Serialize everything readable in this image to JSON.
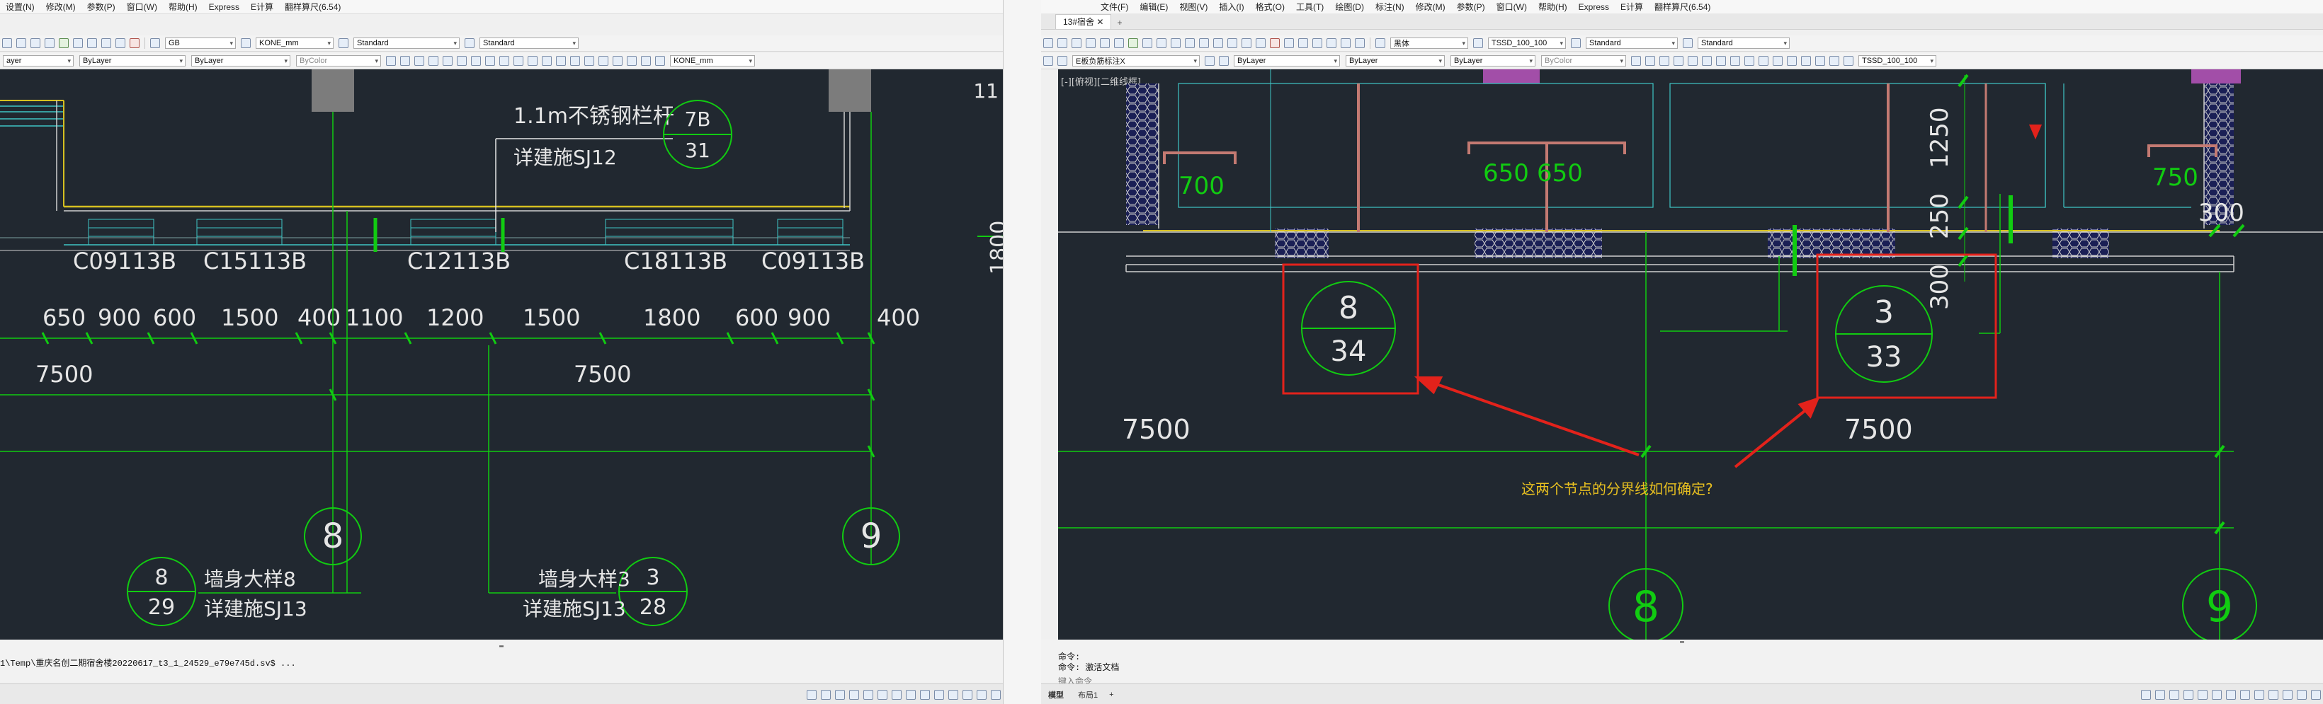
{
  "left": {
    "menu": [
      "设置(N)",
      "修改(M)",
      "参数(P)",
      "窗口(W)",
      "帮助(H)",
      "Express",
      "E计算",
      "翻样算尺(6.54)"
    ],
    "text_style": "GB",
    "dim_style": "KONE_mm",
    "table_style": "Standard",
    "mleader_style": "Standard",
    "layer": "ayer",
    "linetype": "ByLayer",
    "lineweight": "ByLayer",
    "plotstyle": "ByColor",
    "dim_combo": "KONE_mm",
    "drawing": {
      "note_rail": "1.1m不锈钢栏杆",
      "note_detail_12": "详建施SJ12",
      "callout_top": {
        "top": "7B",
        "bottom": "31"
      },
      "windows": [
        "C09113B",
        "C15113B",
        "C12113B",
        "C18113B",
        "C09113B"
      ],
      "dims": [
        "650",
        "900",
        "600",
        "1500",
        "400",
        "1100",
        "1200",
        "1500",
        "1800",
        "600",
        "900",
        "400"
      ],
      "span_left": "7500",
      "span_right": "7500",
      "vdim": "1800",
      "vdim_top": "11",
      "axis_8": "8",
      "axis_9": "9",
      "callout_bl": {
        "top": "8",
        "bottom": "29",
        "label1": "墙身大样8",
        "label2": "详建施SJ13"
      },
      "callout_br": {
        "top": "3",
        "bottom": "28",
        "label1": "墙身大样3",
        "label2": "详建施SJ13"
      }
    },
    "cmd_line": "1\\Temp\\重庆名创二期宿舍楼20220617_t3_1_24529_e79e745d.sv$ ..."
  },
  "right": {
    "menu": [
      "文件(F)",
      "编辑(E)",
      "视图(V)",
      "插入(I)",
      "格式(O)",
      "工具(T)",
      "绘图(D)",
      "标注(N)",
      "修改(M)",
      "参数(P)",
      "窗口(W)",
      "帮助(H)",
      "Express",
      "E计算",
      "翻样算尺(6.54)"
    ],
    "tab": "13#宿舍",
    "tab_add": "+",
    "text_style": "黑体",
    "dim_style": "TSSD_100_100",
    "table_style": "Standard",
    "mleader_style": "Standard",
    "layer": "E板负筋标注X",
    "color": "ByLayer",
    "linetype": "ByLayer",
    "lineweight": "ByLayer",
    "plotstyle": "ByColor",
    "dim_combo": "TSSD_100_100",
    "viewport_label": "[-][俯视][二维线框]",
    "drawing": {
      "w700": "700",
      "w650a": "650",
      "w650b": "650",
      "w750": "750",
      "v1250": "1250",
      "v250": "250",
      "v300": "300",
      "d300": "300",
      "callout_a": {
        "top": "8",
        "bottom": "34"
      },
      "callout_b": {
        "top": "3",
        "bottom": "33"
      },
      "span_left": "7500",
      "span_right": "7500",
      "question": "这两个节点的分界线如何确定?",
      "axis_8": "8",
      "axis_9": "9"
    },
    "cmd_lines": [
      "命令:",
      "命令: 激活文档"
    ],
    "cmd_prompt": "键入命令",
    "layout_tabs": [
      "模型",
      "布局1"
    ]
  },
  "colors": {
    "canvas": "#212830",
    "green": "#11cc11",
    "white": "#e6e6e6",
    "red": "#e3221b",
    "pink": "#c47a72",
    "cyan": "#3fc6c6",
    "yellow": "#d6c020"
  }
}
